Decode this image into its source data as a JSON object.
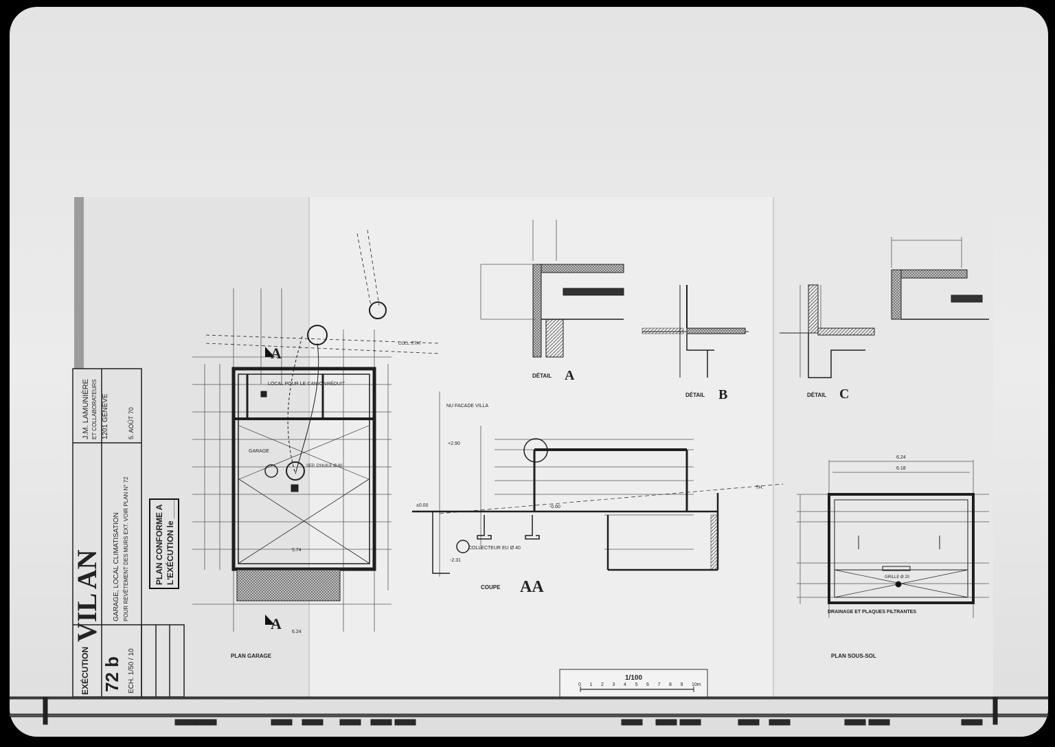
{
  "title_block": {
    "project": "VIL AN",
    "architect": "J.M. LAMUNIÈRE",
    "architect_sub": "ET COLLABORATEURS",
    "city": "1201 GENÈVE",
    "date": "5. AOÛT 70",
    "description_1": "GARAGE, LOCAL CLIMATISATION",
    "description_2": "POUR REVÊTEMENT DES MURS EXT. VOIR PLAN N° 72",
    "phase": "EXÉCUTION",
    "sheet_number": "72 b",
    "scale_note": "ECH. 1/50 / 10"
  },
  "stamp": {
    "line1": "PLAN CONFORME A",
    "line2": "L'EXÉCUTION le ____"
  },
  "plan_garage": {
    "title": "PLAN GARAGE",
    "room_local": "LOCAL POUR LE CAMION",
    "room_reduit": "RÉDUIT",
    "room_garage": "GARAGE",
    "sep_huile": "SEP. D'HUILE Ø 80",
    "coll_etat": "COLL. ETAT",
    "section_mark": "A",
    "dim_width": "6.24",
    "dim_inner": "5.74"
  },
  "coupe": {
    "title": "COUPE",
    "mark": "AA",
    "facade": "NU FACADE VILLA",
    "collecteur": "COLLECTEUR EU Ø 40",
    "level_top": "+2.90",
    "level_ground": "±0.00",
    "level_low": "-0.60",
    "level_bottom": "-2.31",
    "th": "TH."
  },
  "details": {
    "a_label": "DÉTAIL",
    "a_mark": "A",
    "b_label": "DÉTAIL",
    "b_mark": "B",
    "c_label": "DÉTAIL",
    "c_mark": "C"
  },
  "plan_sous_sol": {
    "title": "PLAN SOUS-SOL",
    "drainage": "DRAINAGE ET PLAQUES FILTRANTES",
    "grille": "GRILLE Ø 20",
    "dim_outer": "6.24",
    "dim_inner": "6.18"
  },
  "scale_bar": {
    "label": "1/100",
    "ticks": [
      "0",
      "1",
      "2",
      "3",
      "4",
      "5",
      "6",
      "7",
      "8",
      "9",
      "10m"
    ]
  },
  "colors": {
    "paper": "#e9e9e9",
    "line": "#1e1e1e",
    "shade": "#9a9a9a"
  }
}
